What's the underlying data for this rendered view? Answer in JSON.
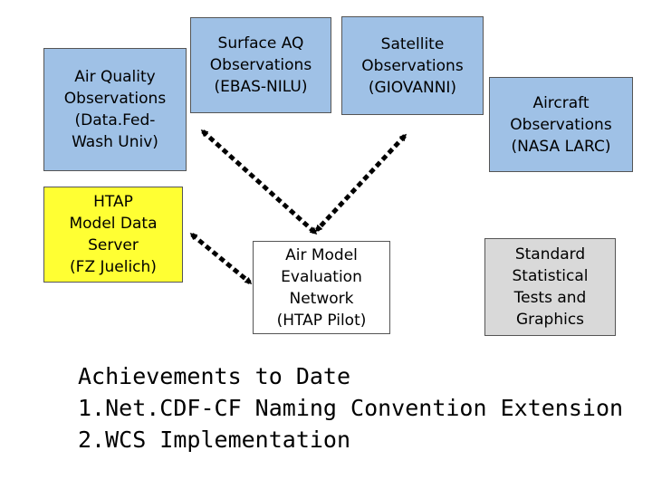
{
  "boxes": {
    "air_quality": "Air Quality\nObservations\n(Data.Fed-\nWash Univ)",
    "surface_aq": "Surface AQ\nObservations\n(EBAS-NILU)",
    "satellite": "Satellite\nObservations\n(GIOVANNI)",
    "aircraft": "Aircraft\nObservations\n(NASA LARC)",
    "htap_server": "HTAP\nModel Data\nServer\n(FZ Juelich)",
    "air_model": "Air Model\nEvaluation\nNetwork\n(HTAP Pilot)",
    "statistical": "Standard\nStatistical\nTests and\nGraphics"
  },
  "achievements": {
    "title": "Achievements to Date",
    "item1": "1.Net.CDF-CF Naming Convention Extension",
    "item2": "2.WCS Implementation"
  },
  "colors": {
    "observation_boxes": "#9fc1e6",
    "server_box": "#ffff33",
    "statistics_box": "#d9d9d9",
    "connector": "#000000"
  }
}
